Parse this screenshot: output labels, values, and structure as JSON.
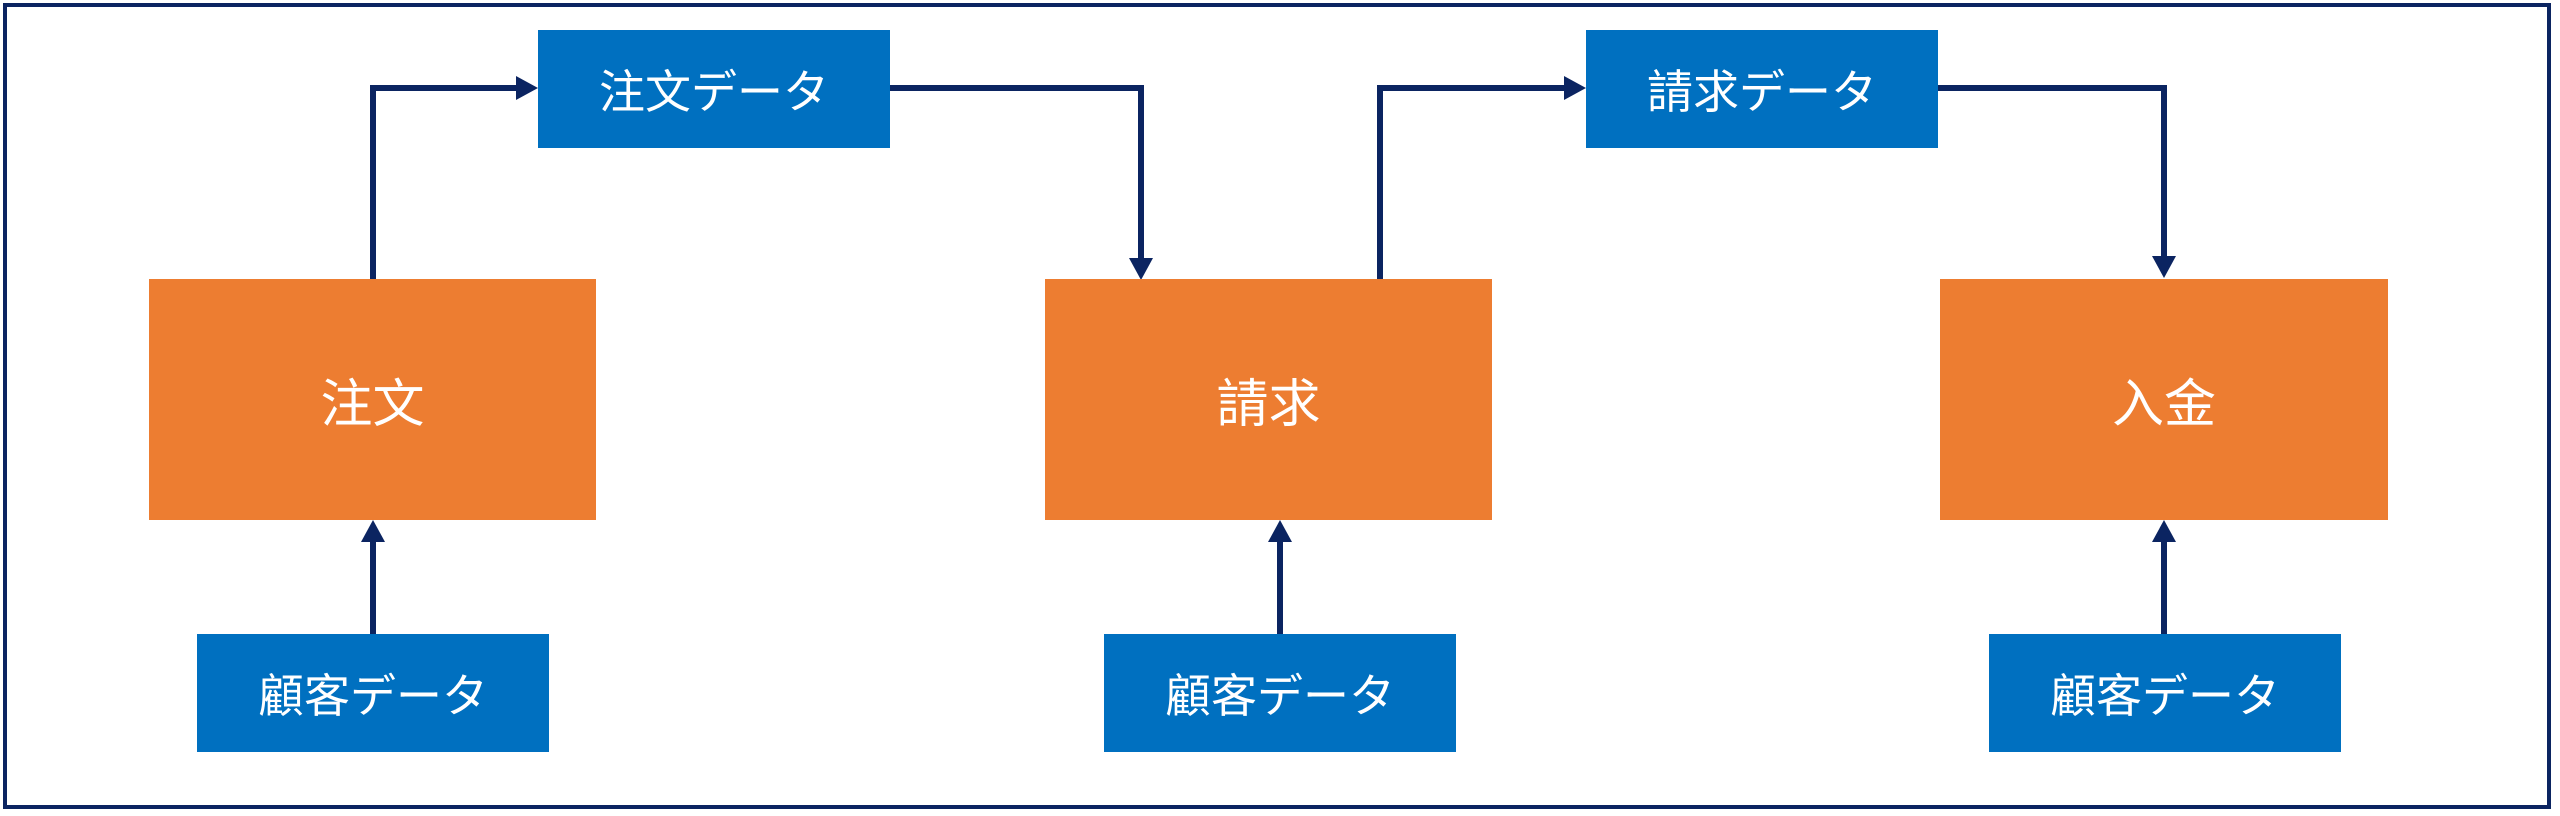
{
  "diagram": {
    "colors": {
      "border": "#0b2461",
      "data_box": "#0070c0",
      "process_box": "#ed7d31",
      "arrow": "#0b2461",
      "text": "#ffffff"
    },
    "processes": [
      {
        "id": "order",
        "label": "注文"
      },
      {
        "id": "billing",
        "label": "請求"
      },
      {
        "id": "payment",
        "label": "入金"
      }
    ],
    "data_nodes": [
      {
        "id": "order-data",
        "label": "注文データ"
      },
      {
        "id": "billing-data",
        "label": "請求データ"
      },
      {
        "id": "customer-data-1",
        "label": "顧客データ"
      },
      {
        "id": "customer-data-2",
        "label": "顧客データ"
      },
      {
        "id": "customer-data-3",
        "label": "顧客データ"
      }
    ],
    "flows": [
      {
        "from": "order",
        "to": "order-data"
      },
      {
        "from": "order-data",
        "to": "billing"
      },
      {
        "from": "billing",
        "to": "billing-data"
      },
      {
        "from": "billing-data",
        "to": "payment"
      },
      {
        "from": "customer-data-1",
        "to": "order"
      },
      {
        "from": "customer-data-2",
        "to": "billing"
      },
      {
        "from": "customer-data-3",
        "to": "payment"
      }
    ]
  }
}
